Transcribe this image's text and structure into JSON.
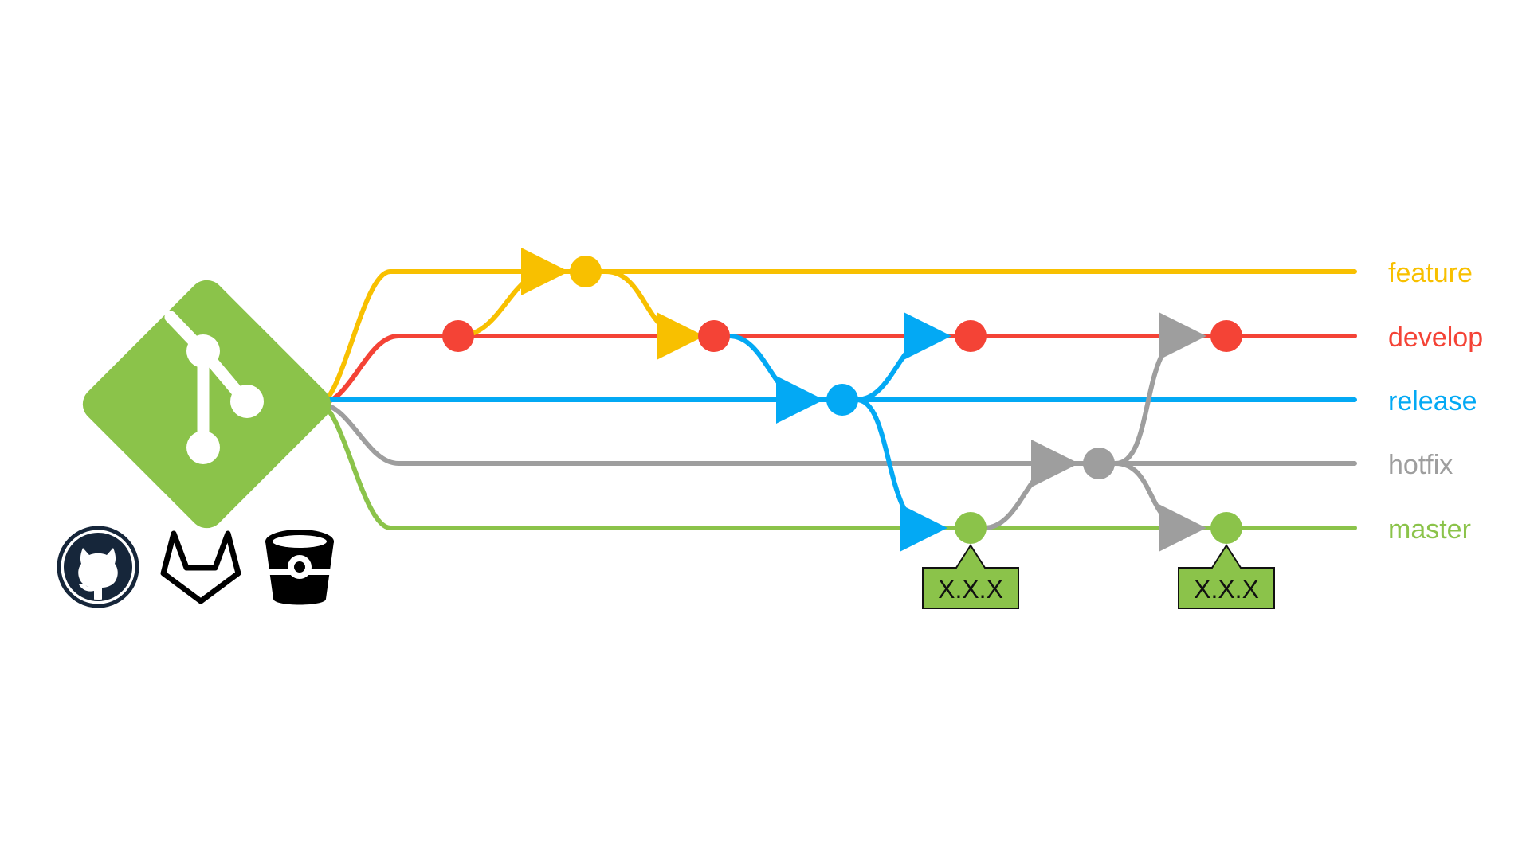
{
  "branches": [
    {
      "id": "feature",
      "label": "feature",
      "color": "#F8C000"
    },
    {
      "id": "develop",
      "label": "develop",
      "color": "#F44336"
    },
    {
      "id": "release",
      "label": "release",
      "color": "#03A9F4"
    },
    {
      "id": "hotfix",
      "label": "hotfix",
      "color": "#9E9E9E"
    },
    {
      "id": "master",
      "label": "master",
      "color": "#8BC34A"
    }
  ],
  "tags": [
    {
      "label": "X.X.X"
    },
    {
      "label": "X.X.X"
    }
  ],
  "logos": {
    "git": {
      "icon": "git-logo-icon",
      "color": "#8BC34A"
    },
    "github": {
      "icon": "github-icon",
      "color": "#16263A"
    },
    "gitlab": {
      "icon": "gitlab-icon",
      "color": "#000000"
    },
    "bitbucket": {
      "icon": "bitbucket-icon",
      "color": "#000000"
    }
  }
}
